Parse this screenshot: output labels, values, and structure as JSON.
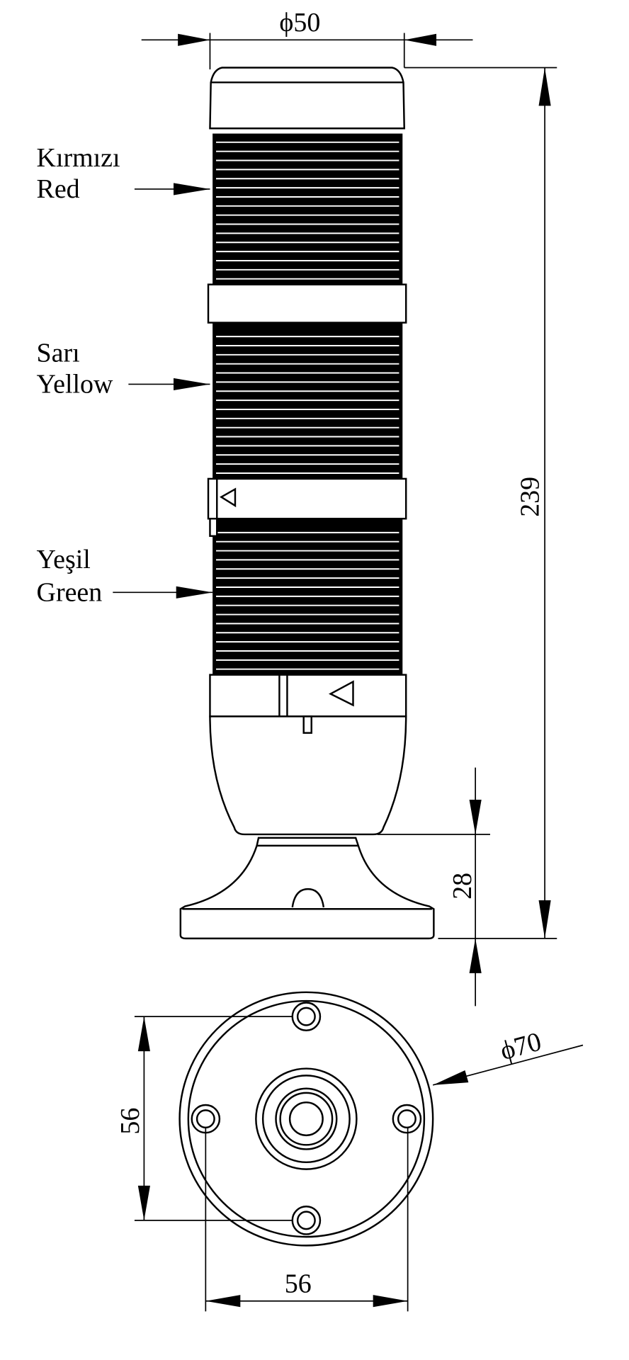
{
  "labels": {
    "red_tr": "Kırmızı",
    "red_en": "Red",
    "yellow_tr": "Sarı",
    "yellow_en": "Yellow",
    "green_tr": "Yeşil",
    "green_en": "Green"
  },
  "dimensions": {
    "top_diameter": "ϕ50",
    "total_height": "239",
    "base_height": "28",
    "base_diameter": "ϕ70",
    "hole_spacing_vertical": "56",
    "hole_spacing_horizontal": "56"
  },
  "colors": {
    "line": "#000000",
    "background": "#ffffff"
  }
}
